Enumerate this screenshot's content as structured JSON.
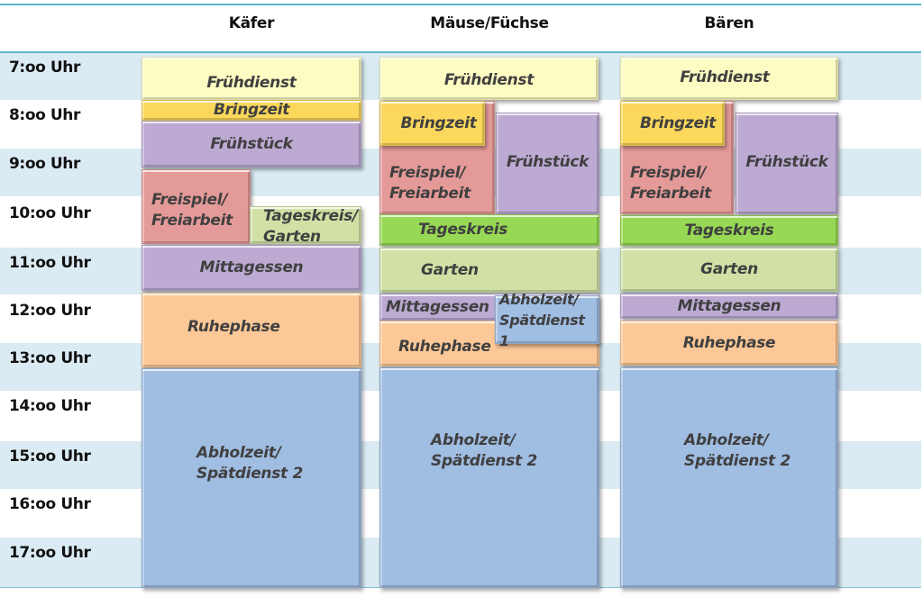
{
  "columns": [
    "Käfer",
    "Mäuse/Füchse",
    "Bären"
  ],
  "times": [
    "7:oo Uhr",
    "8:oo Uhr",
    "9:oo Uhr",
    "10:oo Uhr",
    "11:oo Uhr",
    "12:oo Uhr",
    "13:oo Uhr",
    "14:oo Uhr",
    "15:oo Uhr",
    "16:oo Uhr",
    "17:oo Uhr"
  ],
  "colors": {
    "fruehdienst": "#fdfcc2",
    "bringzeit": "#fbd75b",
    "fruehstueck": "#bcaad3",
    "freispiel": "#e49a98",
    "tageskreis_garten": "#d1e1a6",
    "tageskreis": "#97d854",
    "mittagessen": "#bcaad3",
    "ruhephase": "#fdc897",
    "abholzeit": "#a0bde2",
    "row_shade": "#daebf3",
    "rule": "#5fb4cf"
  },
  "kaefer": {
    "fruehdienst": "Frühdienst",
    "bringzeit": "Bringzeit",
    "fruehstueck": "Frühstück",
    "freispiel": [
      "Freispiel/",
      "Freiarbeit"
    ],
    "tageskreis_garten": [
      "Tageskreis/",
      "Garten"
    ],
    "mittagessen": "Mittagessen",
    "ruhephase": "Ruhephase",
    "abholzeit": [
      "Abholzeit/",
      "Spätdienst 2"
    ]
  },
  "maeuse": {
    "fruehdienst": "Frühdienst",
    "bringzeit": "Bringzeit",
    "freispiel": [
      "Freispiel/",
      "Freiarbeit"
    ],
    "fruehstueck": "Frühstück",
    "tageskreis": "Tageskreis",
    "garten": "Garten",
    "mittagessen": "Mittagessen",
    "abholzeit1": [
      "Abholzeit/",
      "Spätdienst 1"
    ],
    "ruhephase": "Ruhephase",
    "abholzeit2": [
      "Abholzeit/",
      "Spätdienst 2"
    ]
  },
  "baeren": {
    "fruehdienst": "Frühdienst",
    "bringzeit": "Bringzeit",
    "freispiel": [
      "Freispiel/",
      "Freiarbeit"
    ],
    "fruehstueck": "Frühstück",
    "tageskreis": "Tageskreis",
    "garten": "Garten",
    "mittagessen": "Mittagessen",
    "ruhephase": "Ruhephase",
    "abholzeit": [
      "Abholzeit/",
      "Spätdienst 2"
    ]
  }
}
